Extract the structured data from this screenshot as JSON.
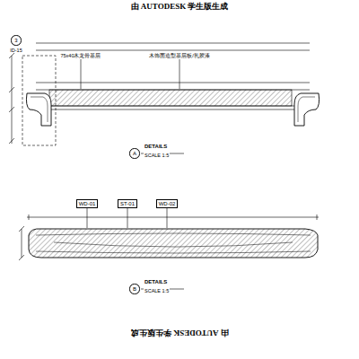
{
  "diagram": {
    "nodes": [
      {
        "text": [
          "3"
        ]
      },
      {
        "text": [
          "A"
        ]
      },
      {
        "text": [
          "WD-01"
        ]
      },
      {
        "text": [
          "ST-01"
        ]
      },
      {
        "text": [
          "WD-02"
        ]
      },
      {
        "text": [
          "B"
        ]
      }
    ],
    "labels": [
      "由 AUTODESK 学生版生成",
      "75x40木龙骨基层",
      "木饰面造型基层板/乳胶漆",
      "ID-15",
      "DETAILS",
      "SCALE 1:5",
      "DETAILS",
      "SCALE 1:5",
      "由 AUTODESK 学生版生成"
    ]
  }
}
